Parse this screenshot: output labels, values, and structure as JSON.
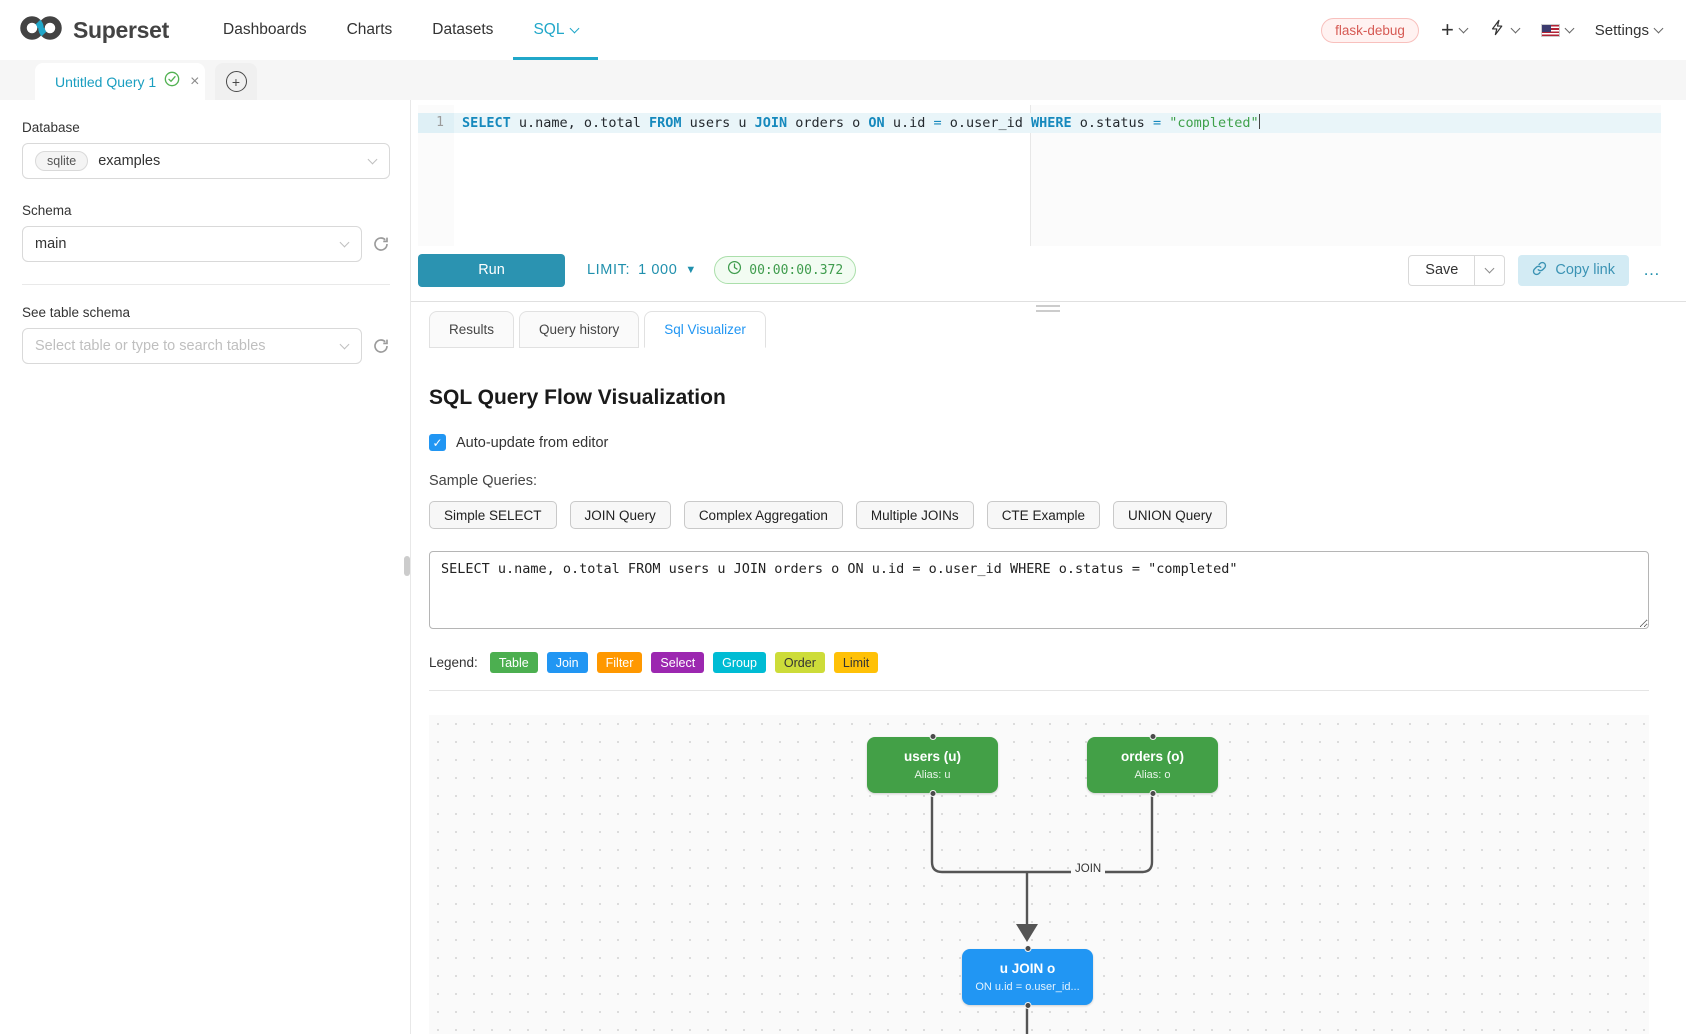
{
  "navbar": {
    "brand": "Superset",
    "menu": [
      {
        "label": "Dashboards"
      },
      {
        "label": "Charts"
      },
      {
        "label": "Datasets"
      },
      {
        "label": "SQL"
      }
    ],
    "env_tag": "flask-debug",
    "plus_label": "+",
    "settings_label": "Settings"
  },
  "tabs_strip": {
    "active_tab_label": "Untitled Query 1"
  },
  "sidebar": {
    "database_label": "Database",
    "database_engine_tag": "sqlite",
    "database_value": "examples",
    "schema_label": "Schema",
    "schema_value": "main",
    "see_table_label": "See table schema",
    "table_placeholder": "Select table or type to search tables"
  },
  "editor": {
    "line_number": "1",
    "tokens": [
      {
        "type": "keyword",
        "text": "SELECT"
      },
      {
        "type": "plain",
        "text": " u.name, o.total "
      },
      {
        "type": "keyword",
        "text": "FROM"
      },
      {
        "type": "plain",
        "text": " users u "
      },
      {
        "type": "keyword",
        "text": "JOIN"
      },
      {
        "type": "plain",
        "text": " orders o "
      },
      {
        "type": "keyword",
        "text": "ON"
      },
      {
        "type": "plain",
        "text": " u.id "
      },
      {
        "type": "operator",
        "text": "="
      },
      {
        "type": "plain",
        "text": " o.user_id "
      },
      {
        "type": "keyword",
        "text": "WHERE"
      },
      {
        "type": "plain",
        "text": " o.status "
      },
      {
        "type": "operator",
        "text": "="
      },
      {
        "type": "plain",
        "text": " "
      },
      {
        "type": "string",
        "text": "\"completed\""
      }
    ]
  },
  "toolbar": {
    "run_label": "Run",
    "limit_label": "LIMIT:",
    "limit_value": "1 000",
    "timer_value": "00:00:00.372",
    "save_label": "Save",
    "copy_link_label": "Copy link",
    "more_label": "…"
  },
  "south_tabs": {
    "tabs": [
      {
        "label": "Results"
      },
      {
        "label": "Query history"
      },
      {
        "label": "Sql Visualizer"
      }
    ]
  },
  "visualizer": {
    "title": "SQL Query Flow Visualization",
    "auto_update_label": "Auto-update from editor",
    "auto_update_checked": true,
    "check_glyph": "✓",
    "sample_queries_label": "Sample Queries:",
    "sample_buttons": [
      {
        "label": "Simple SELECT"
      },
      {
        "label": "JOIN Query"
      },
      {
        "label": "Complex Aggregation"
      },
      {
        "label": "Multiple JOINs"
      },
      {
        "label": "CTE Example"
      },
      {
        "label": "UNION Query"
      }
    ],
    "query_text": "SELECT u.name, o.total FROM users u JOIN orders o ON u.id = o.user_id WHERE o.status = \"completed\"",
    "legend_label": "Legend:",
    "legend_chips": [
      {
        "label": "Table",
        "color": "#4caf50",
        "text_color": "#ffffff"
      },
      {
        "label": "Join",
        "color": "#2196f3",
        "text_color": "#ffffff"
      },
      {
        "label": "Filter",
        "color": "#ff9800",
        "text_color": "#ffffff"
      },
      {
        "label": "Select",
        "color": "#9c27b0",
        "text_color": "#ffffff"
      },
      {
        "label": "Group",
        "color": "#00bcd4",
        "text_color": "#ffffff"
      },
      {
        "label": "Order",
        "color": "#cddc39",
        "text_color": "#333333"
      },
      {
        "label": "Limit",
        "color": "#ffc107",
        "text_color": "#333333"
      }
    ],
    "diagram": {
      "nodes": [
        {
          "title": "users (u)",
          "subtitle": "Alias: u",
          "color": "#43a047",
          "border": "#3d9140"
        },
        {
          "title": "orders (o)",
          "subtitle": "Alias: o",
          "color": "#43a047",
          "border": "#3d9140"
        },
        {
          "title": "u JOIN o",
          "subtitle": "ON u.id = o.user_id...",
          "color": "#2196f3",
          "border": "#1976d2"
        }
      ],
      "edge_label": "JOIN"
    }
  },
  "colors": {
    "brand": "#20a7c9"
  }
}
